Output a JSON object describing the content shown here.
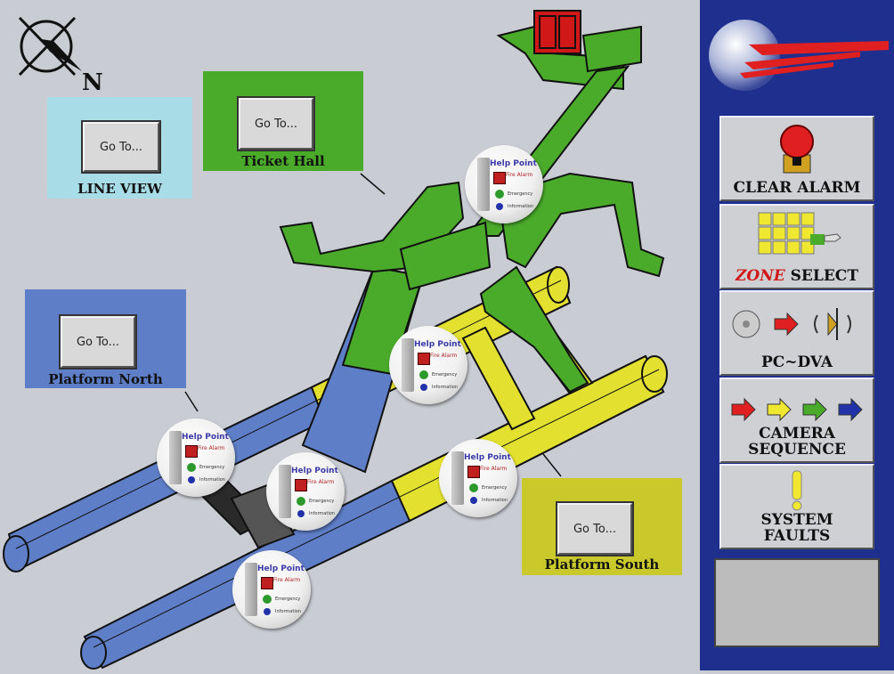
{
  "compass": {
    "north_label": "N"
  },
  "zones": {
    "line_view": {
      "label": "LINE VIEW",
      "button": "Go To...",
      "color": "#a8dce6"
    },
    "ticket_hall": {
      "label": "Ticket Hall",
      "button": "Go To...",
      "color": "#4aaa2a"
    },
    "platform_north": {
      "label": "Platform North",
      "button": "Go To...",
      "color": "#5f7ec8"
    },
    "platform_south": {
      "label": "Platform South",
      "button": "Go To...",
      "color": "#c9c92c"
    }
  },
  "help_point": {
    "title": "Help Point",
    "alarm_text": "Fire Alarm",
    "green_text": "Emergency",
    "blue_text": "Information",
    "count": 6
  },
  "sidebar": {
    "clear_alarm": "CLEAR ALARM",
    "zone_select_prefix": "ZONE",
    "zone_select_suffix": " SELECT",
    "pc_dva": "PC~DVA",
    "camera_sequence_line1": "CAMERA",
    "camera_sequence_line2": "SEQUENCE",
    "system_faults_line1": "SYSTEM",
    "system_faults_line2": "FAULTS"
  },
  "colors": {
    "sidebar_bg": "#1f2f8e",
    "map_bg": "#c9ccd3",
    "platform_blue": "#5f7ec8",
    "platform_yellow": "#e3e030",
    "hall_green": "#4aaa2a",
    "alarm_red": "#d01818"
  }
}
